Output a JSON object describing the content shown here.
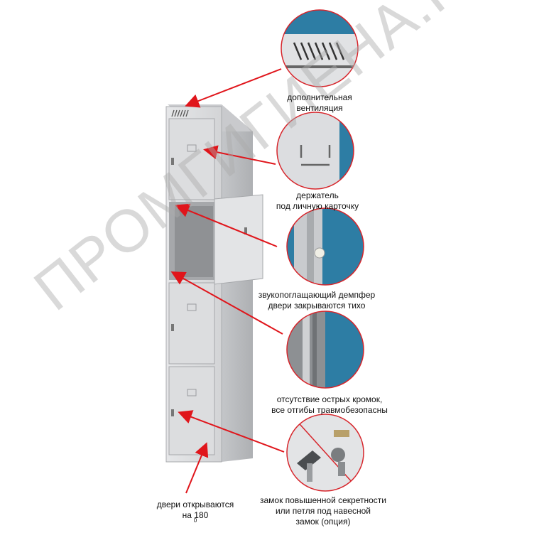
{
  "watermark": "ПРОМГИГИЕНА.РФ",
  "callouts": [
    {
      "lines": [
        "дополнительная",
        "вентиляция"
      ]
    },
    {
      "lines": [
        "держатель",
        "под личную карточку"
      ]
    },
    {
      "lines": [
        "звукопоглащающий демпфер",
        "двери закрываются тихо"
      ]
    },
    {
      "lines": [
        "отсутствие острых кромок,",
        "все отгибы травмобезопасны"
      ]
    },
    {
      "lines": [
        "замок повышенной секретности",
        "или петля под навесной",
        "замок (опция)"
      ]
    }
  ],
  "doors_caption": {
    "line1": "двери открываются",
    "line2_prefix": "на 180",
    "line2_sup": "0"
  },
  "colors": {
    "cabinet": "#d9dadc",
    "cabinet_shade": "#b9bbbe",
    "arrow": "#e0151b",
    "panel_blue": "#2d7da4",
    "callout_ring": "#d7262c"
  }
}
